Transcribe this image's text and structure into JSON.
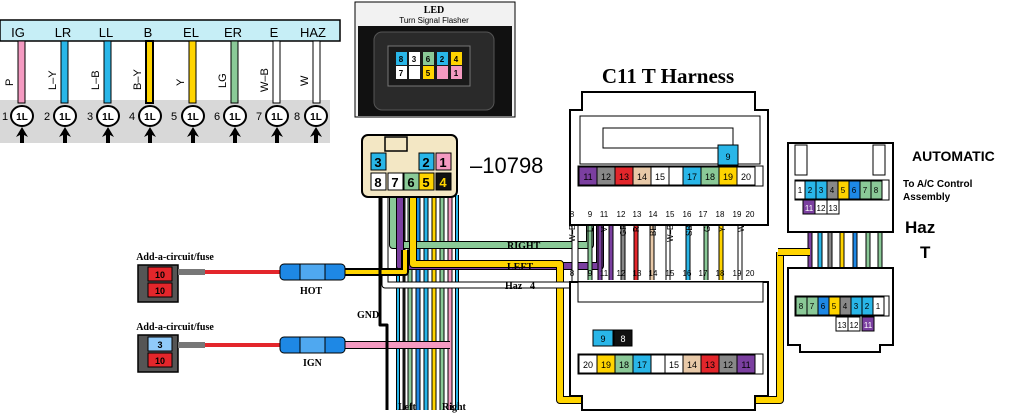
{
  "flasher_pins": {
    "labels": [
      "IG",
      "LR",
      "LL",
      "B",
      "EL",
      "ER",
      "E",
      "HAZ"
    ],
    "wire_colors": [
      "P",
      "L–Y",
      "L–B",
      "B–Y",
      "Y",
      "LG",
      "W–B",
      "W"
    ],
    "numbers": [
      "1",
      "2",
      "3",
      "4",
      "5",
      "6",
      "7",
      "8"
    ],
    "connector_label": "1L"
  },
  "led_flasher": {
    "title": "LED",
    "subtitle": "Turn Signal Flasher",
    "pins": [
      "8",
      "7",
      "3",
      "5",
      "6",
      "2",
      "4",
      "1"
    ]
  },
  "plug_pins": [
    "3",
    "2",
    "1",
    "8",
    "7",
    "6",
    "5",
    "4"
  ],
  "part_number": "–10798",
  "add_fuse": {
    "title_1": "Add-a-circuit/fuse",
    "title_2": "Add-a-circuit/fuse",
    "fuse_1_top": "10",
    "fuse_1_bottom": "10",
    "fuse_2_top": "3",
    "fuse_2_bottom": "10"
  },
  "wires": {
    "hot": "HOT",
    "ign": "IGN",
    "gnd": "GND",
    "right": "RIGHT",
    "left": "LEFT",
    "haz": "Haz",
    "haz_num": "4",
    "left_bottom": "Left",
    "right_bottom": "Right"
  },
  "c11": {
    "title": "C11 T Harness",
    "upper_top": [
      "9"
    ],
    "upper_row": [
      "11",
      "12",
      "13",
      "14",
      "15",
      "",
      "17",
      "18",
      "19",
      "20"
    ],
    "pin_numbers": [
      "8",
      "9",
      "11",
      "12",
      "13",
      "14",
      "15",
      "16",
      "17",
      "18",
      "19",
      "20"
    ],
    "wire_colors": [
      "W–B",
      "L",
      "V",
      "GR",
      "R",
      "BE",
      "W–B",
      "SB",
      "G",
      "Y",
      "W"
    ],
    "lower_top": [
      "9",
      "8"
    ],
    "lower_row": [
      "20",
      "19",
      "18",
      "17",
      "",
      "15",
      "14",
      "13",
      "12",
      "11"
    ]
  },
  "automatic": {
    "title": "AUTOMATIC",
    "sub_1": "To A/C Control",
    "sub_2": "Assembly",
    "haz": "Haz",
    "t": "T",
    "top_row": [
      "1",
      "2",
      "3",
      "4",
      "5",
      "6",
      "7",
      "8"
    ],
    "top_row2": [
      "11",
      "12",
      "13"
    ],
    "bottom_row": [
      "8",
      "7",
      "6",
      "5",
      "4",
      "3",
      "2",
      "1"
    ],
    "bottom_row2": [
      "13",
      "12",
      "11"
    ]
  },
  "colors": {
    "pink": "#f49ac1",
    "lblue": "#29b6e8",
    "yellow": "#ffd400",
    "green": "#8ac997",
    "purple": "#7b3fa0",
    "red": "#e3262b",
    "blue": "#1e88e5",
    "gray": "#7f7f7f",
    "black": "#111111",
    "dark": "#2b2b2b"
  }
}
